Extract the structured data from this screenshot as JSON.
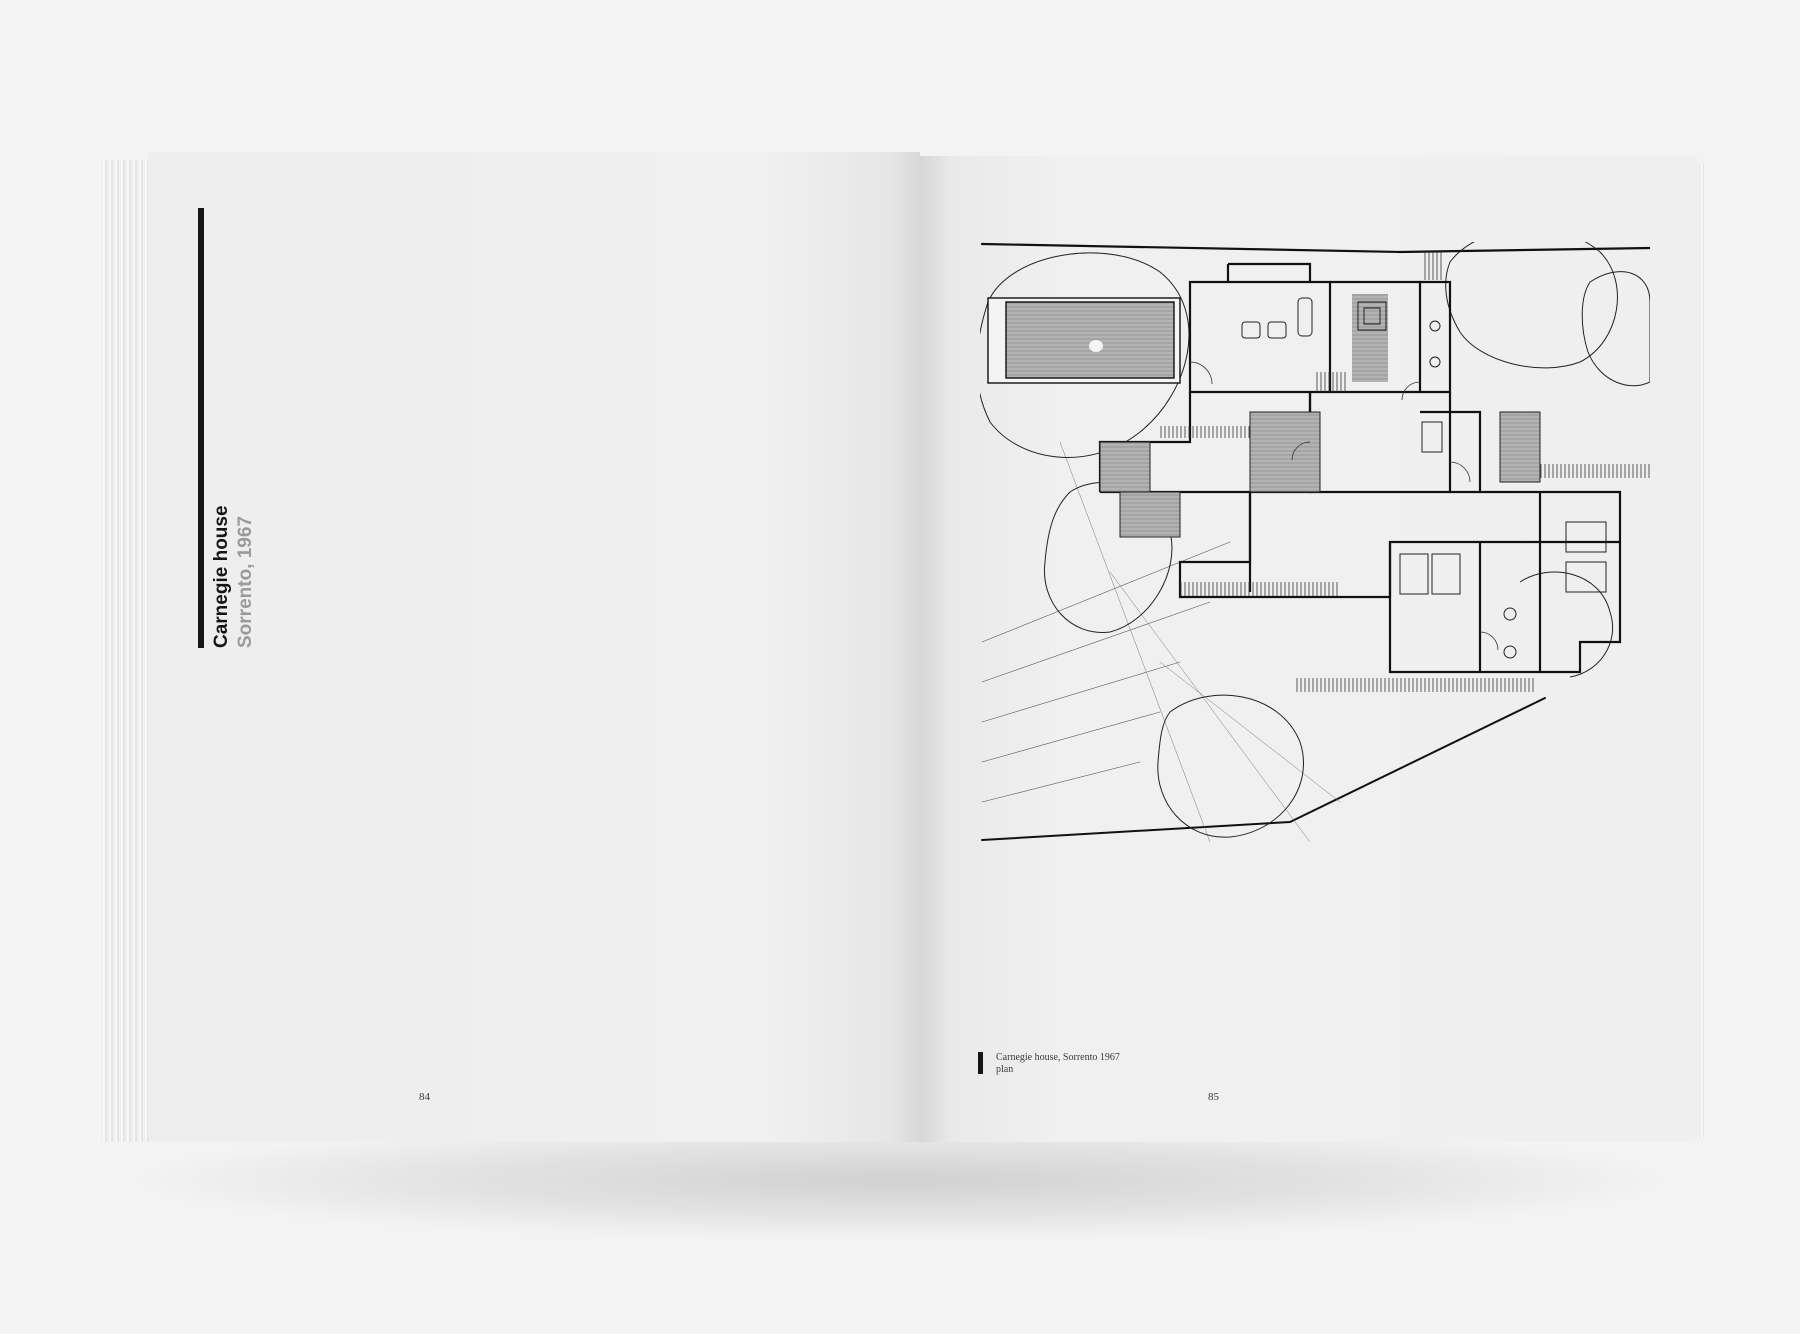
{
  "spread": {
    "left_page": {
      "title": "Carnegie house",
      "subtitle": "Sorrento, 1967",
      "folio": "84"
    },
    "right_page": {
      "caption_line1": "Carnegie house, Sorrento 1967",
      "caption_line2": "plan",
      "folio": "85"
    }
  },
  "colors": {
    "background": "#f3f3f3",
    "page": "#efefef",
    "ink": "#151515",
    "subtitle_grey": "#9a9a9a"
  }
}
